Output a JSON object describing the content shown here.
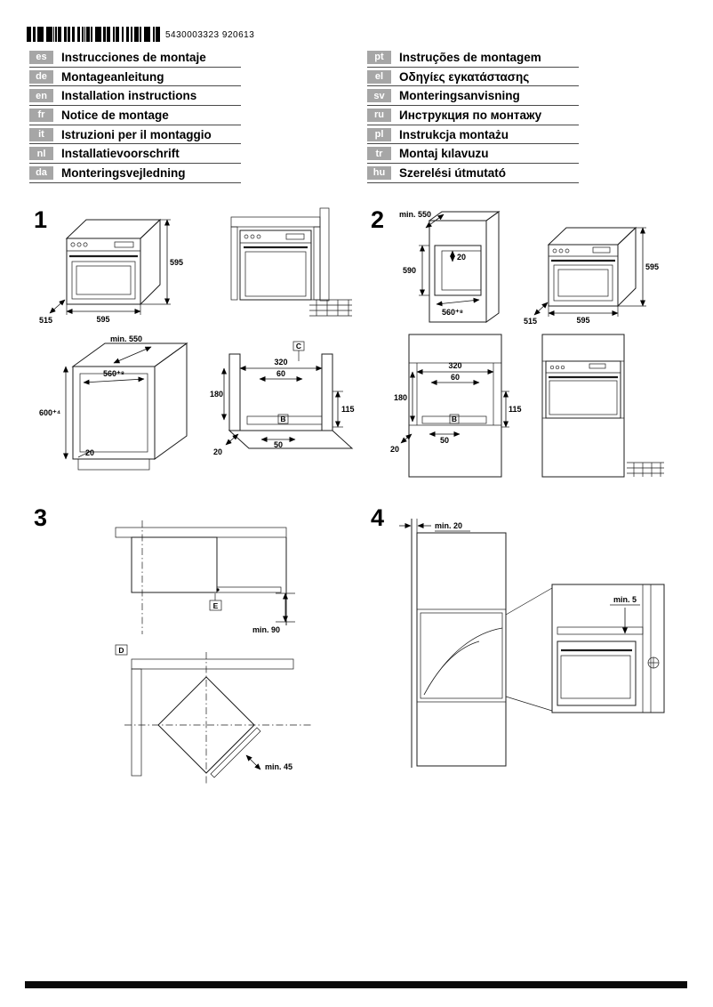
{
  "barcode": {
    "number": "5430003323 920613"
  },
  "languages": {
    "left": [
      {
        "code": "es",
        "title": "Instrucciones de montaje"
      },
      {
        "code": "de",
        "title": "Montageanleitung"
      },
      {
        "code": "en",
        "title": "Installation instructions"
      },
      {
        "code": "fr",
        "title": "Notice de montage"
      },
      {
        "code": "it",
        "title": "Istruzioni per il montaggio"
      },
      {
        "code": "nl",
        "title": "Installatievoorschrift"
      },
      {
        "code": "da",
        "title": "Monteringsvejledning"
      }
    ],
    "right": [
      {
        "code": "pt",
        "title": "Instruções de montagem"
      },
      {
        "code": "el",
        "title": "Οδηγίες εγκατάστασης"
      },
      {
        "code": "sv",
        "title": "Monteringsanvisning"
      },
      {
        "code": "ru",
        "title": "Инструкция по монтажу"
      },
      {
        "code": "pl",
        "title": "Instrukcja montażu"
      },
      {
        "code": "tr",
        "title": "Montaj kılavuzu"
      },
      {
        "code": "hu",
        "title": "Szerelési útmutató"
      }
    ]
  },
  "fig1": {
    "number": "1",
    "oven": {
      "height": "595",
      "depth": "515",
      "width": "595"
    },
    "cabinet": {
      "min_depth": "min. 550",
      "width": "560⁺⁸",
      "height": "600⁺⁴",
      "gap": "20"
    },
    "plinth": {
      "label_c": "C",
      "d320": "320",
      "d60": "60",
      "d180": "180",
      "label_b": "B",
      "d115": "115",
      "d50": "50",
      "d20": "20"
    }
  },
  "fig2": {
    "number": "2",
    "niche": {
      "min_depth": "min. 550",
      "height": "590",
      "gap": "20",
      "width": "560⁺⁸"
    },
    "oven": {
      "height": "595",
      "depth": "515",
      "width": "595"
    },
    "plinth": {
      "d320": "320",
      "d60": "60",
      "d180": "180",
      "label_b": "B",
      "d115": "115",
      "d50": "50",
      "d20": "20"
    }
  },
  "fig3": {
    "number": "3",
    "label_e": "E",
    "min90": "min. 90",
    "label_d": "D",
    "min45": "min. 45"
  },
  "fig4": {
    "number": "4",
    "min20": "min. 20",
    "min5": "min. 5"
  }
}
